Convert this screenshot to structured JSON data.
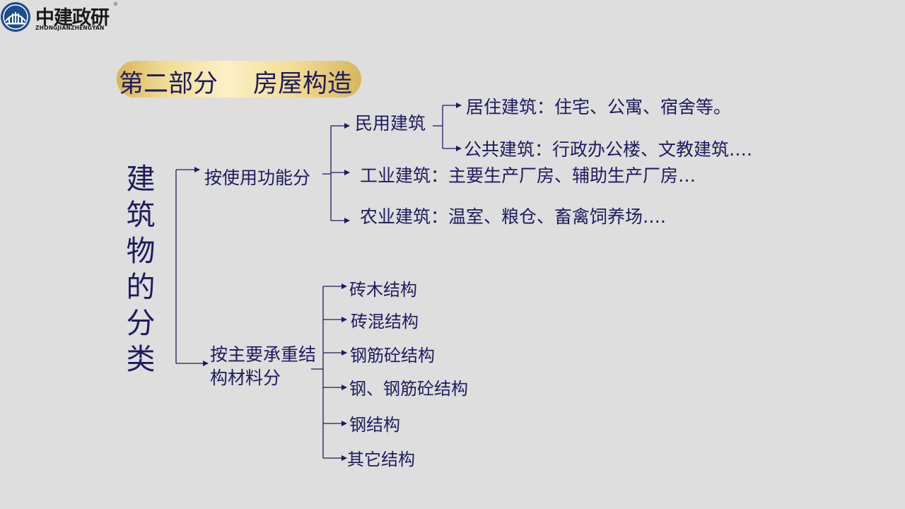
{
  "logo": {
    "name_cn": "中建政研",
    "name_en": "ZHONGJIANZHENGYAN",
    "registered": "®"
  },
  "title": {
    "part": "第二部分",
    "topic": "房屋构造"
  },
  "heading": "建筑物的分类",
  "branch_function": {
    "label": "按使用功能分",
    "civil": {
      "label": "民用建筑",
      "residential": "居住建筑：住宅、公寓、宿舍等。",
      "public": "公共建筑：行政办公楼、文教建筑…."
    },
    "industrial": "工业建筑：主要生产厂房、辅助生产厂房…",
    "agricultural": "农业建筑：温室、粮仓、畜禽饲养场…."
  },
  "branch_structure": {
    "label": "按主要承重结构材料分",
    "items": [
      "砖木结构",
      "砖混结构",
      "钢筋砼结构",
      "钢、钢筋砼结构",
      "钢结构",
      "其它结构"
    ]
  },
  "colors": {
    "text": "#1e1b5e",
    "background": "#dedede",
    "banner_gold": "#d7b55a"
  }
}
